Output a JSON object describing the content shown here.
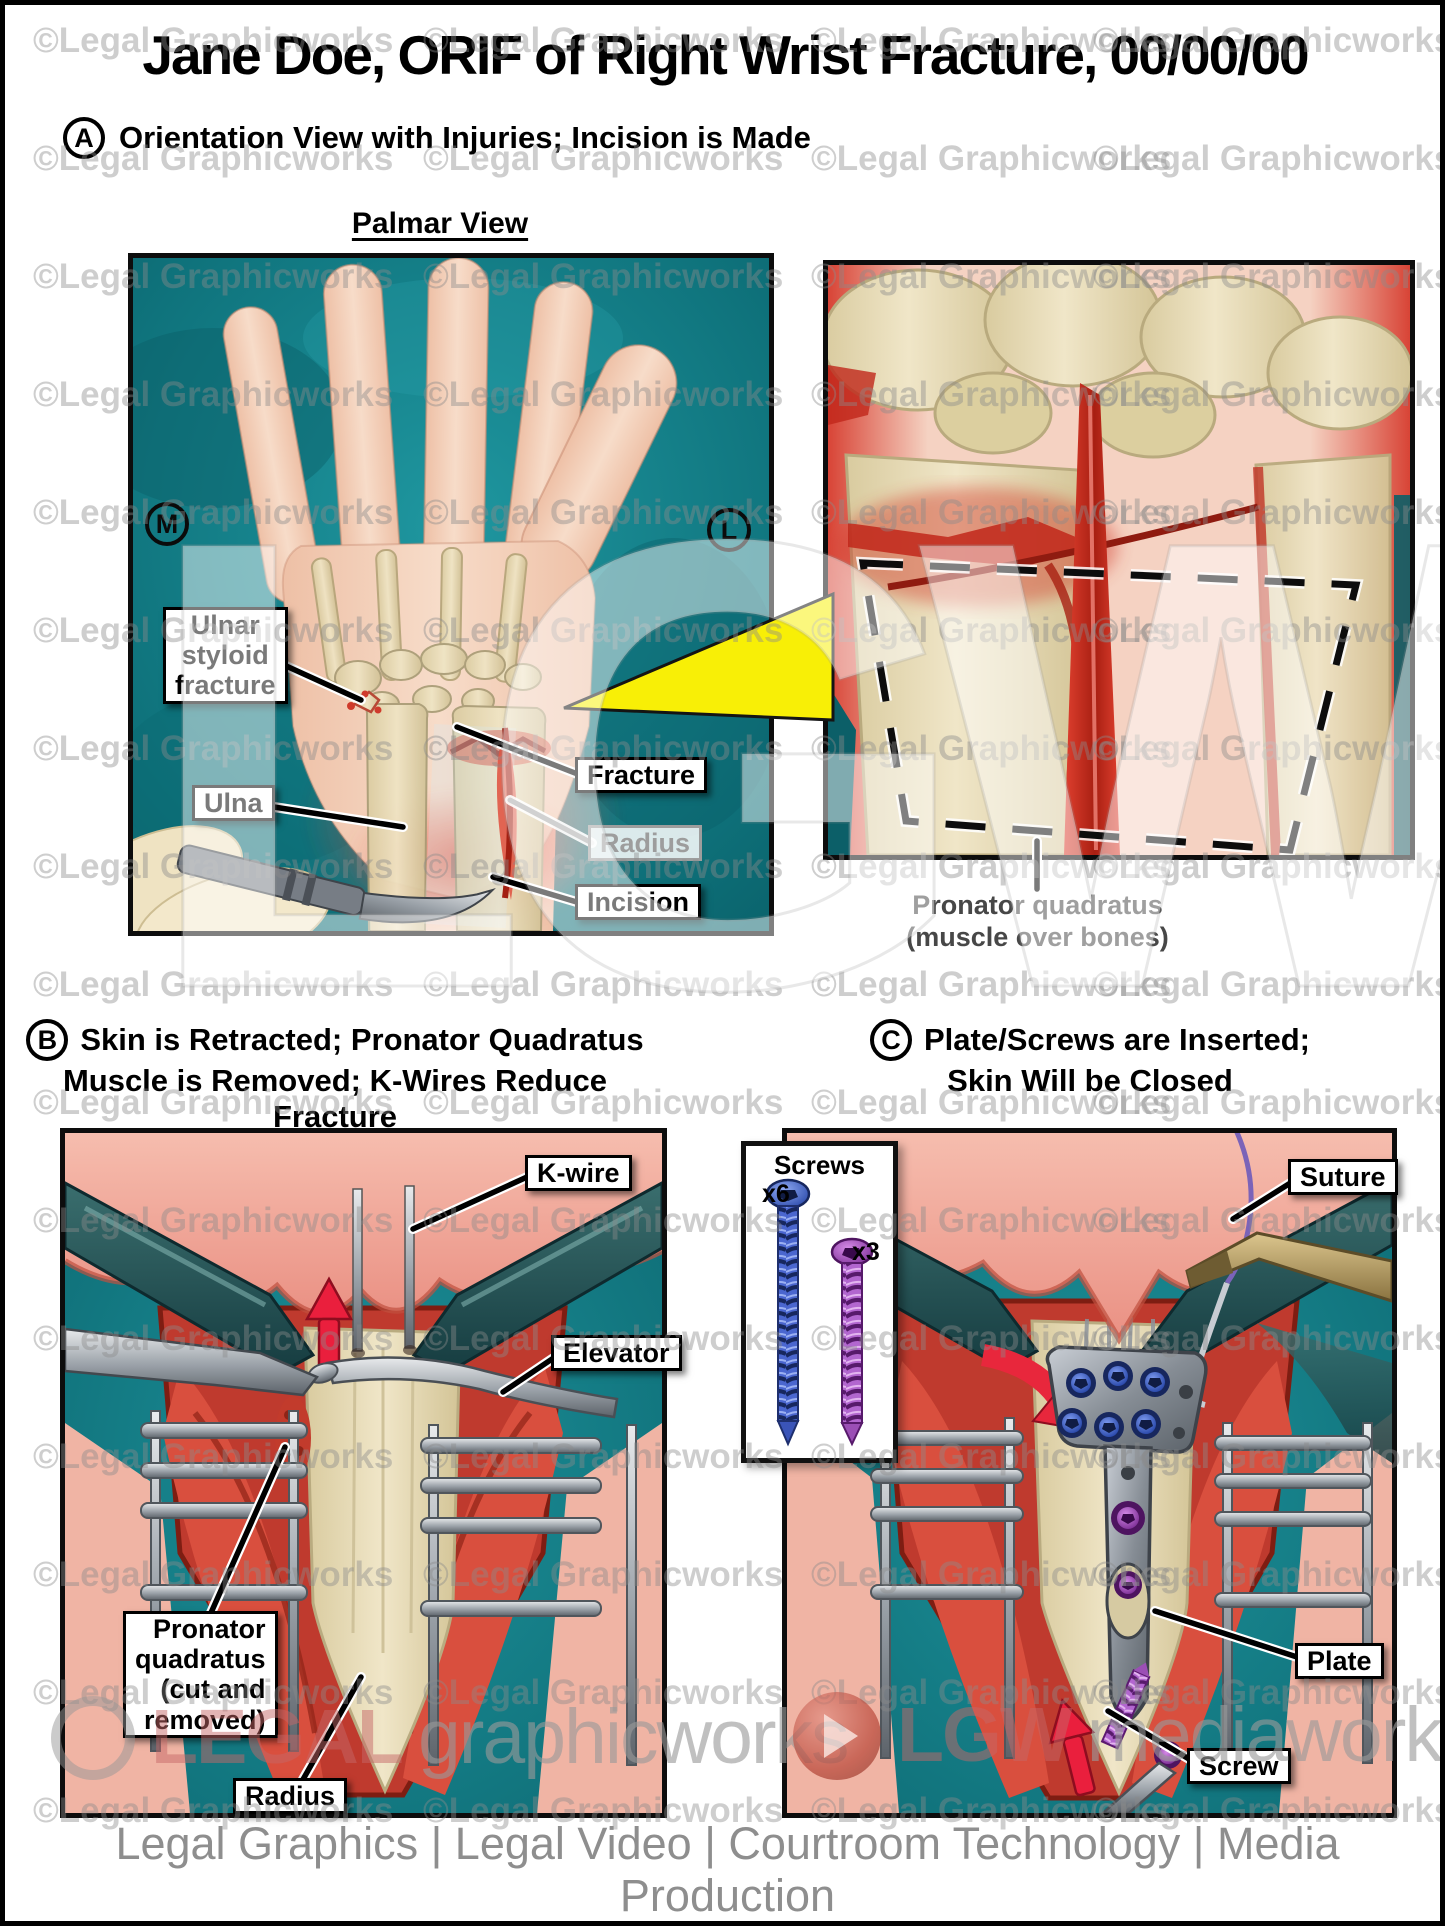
{
  "page": {
    "title": "Jane Doe, ORIF of Right Wrist Fracture, 00/00/00",
    "footer": "Legal Graphics | Legal Video | Courtroom Technology | Media Production"
  },
  "watermarks": {
    "tile": "©Legal Graphicworks",
    "center": "LGW",
    "bottom_left_brand": "LEGAL",
    "bottom_left_word": "graphicworks",
    "bottom_right_brand": "LGW",
    "bottom_right_word": "mediaworks"
  },
  "sections": {
    "a": {
      "letter": "A",
      "title": "Orientation View with Injuries; Incision is Made",
      "view_label": "Palmar View",
      "markers": {
        "medial": "M",
        "lateral": "L"
      },
      "labels": {
        "ulnar_styloid": "Ulnar\nstyloid\nfracture",
        "ulna": "Ulna",
        "fracture": "Fracture",
        "radius": "Radius",
        "incision": "Incision",
        "pronator_caption": "Pronator quadratus\n(muscle over bones)"
      }
    },
    "b": {
      "letter": "B",
      "title_line1": "Skin is Retracted; Pronator Quadratus",
      "title_line2": "Muscle is Removed; K-Wires Reduce Fracture",
      "labels": {
        "kwire": "K-wire",
        "elevator": "Elevator",
        "pronator": "Pronator\nquadratus\n(cut and\nremoved)",
        "radius": "Radius"
      }
    },
    "c": {
      "letter": "C",
      "title_line1": "Plate/Screws are Inserted;",
      "title_line2": "Skin Will be Closed",
      "labels": {
        "suture": "Suture",
        "plate": "Plate",
        "screw": "Screw"
      },
      "screws_box": {
        "title": "Screws",
        "blue_count": "x6",
        "purple_count": "x3"
      }
    }
  },
  "colors": {
    "drape_teal": "#11767f",
    "drape_dark": "#0a5f68",
    "zoom_wedge_yellow": "#f8ef06",
    "skin": "#f3c9b4",
    "tissue_red": "#c63a2e",
    "bone": "#e9ddb9",
    "blue_screw": "#3b5cc0",
    "purple_screw": "#a04ab5",
    "watermark_gray": "#8b8b8b"
  }
}
